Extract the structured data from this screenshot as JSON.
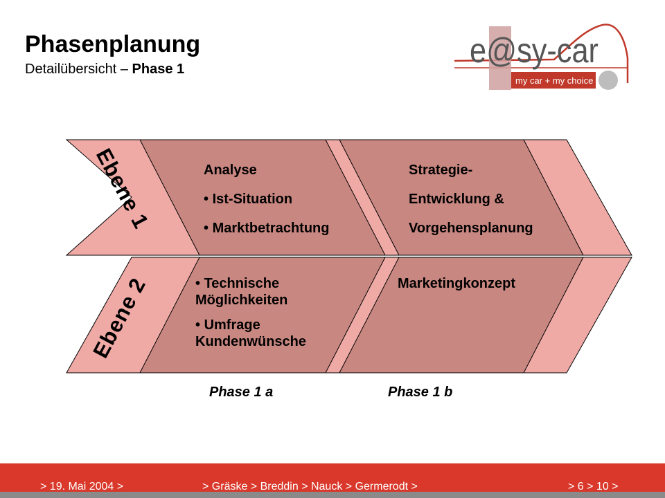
{
  "header": {
    "title": "Phasenplanung",
    "subtitle_prefix": "Detailübersicht",
    "subtitle_dash": " – ",
    "subtitle_phase": "Phase 1"
  },
  "logo": {
    "brand": "e@sy-car",
    "tagline": "my car + my choice",
    "colors": {
      "brand": "#555555",
      "accent": "#c0392b",
      "bar": "#d0a0a0",
      "circle": "#bdbdbd"
    }
  },
  "diagram": {
    "level1_label": "Ebene 1",
    "level2_label": "Ebene 2",
    "cell_1a_level1": {
      "heading": "Analyse",
      "bullets": [
        "Ist-Situation",
        "Marktbetrachtung"
      ]
    },
    "cell_1b_level1": {
      "lines": [
        "Strategie-",
        "Entwicklung &",
        "Vorgehensplanung"
      ]
    },
    "cell_1a_level2": {
      "bullets": [
        "Technische Möglichkeiten",
        "Umfrage Kundenwünsche"
      ]
    },
    "cell_1b_level2": {
      "text": "Marketingkonzept"
    },
    "phase_a": "Phase 1 a",
    "phase_b": "Phase 1 b",
    "colors": {
      "light": "#efaaa6",
      "dark": "#c98781",
      "stroke": "#000000"
    }
  },
  "footer": {
    "date": "> 19. Mai 2004 >",
    "authors": "> Gräske > Breddin > Nauck > Germerodt >",
    "page": "> 6 > 10 >"
  }
}
